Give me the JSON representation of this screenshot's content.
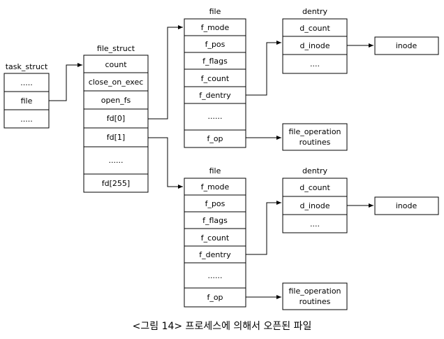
{
  "task_struct": {
    "title": "task_struct",
    "cells": [
      ".....",
      "file",
      "....."
    ]
  },
  "file_struct": {
    "title": "file_struct",
    "cells": [
      "count",
      "close_on_exec",
      "open_fs",
      "fd[0]",
      "fd[1]",
      "......",
      "fd[255]"
    ]
  },
  "file_top": {
    "title": "file",
    "cells": [
      "f_mode",
      "f_pos",
      "f_flags",
      "f_count",
      "f_dentry",
      "......",
      "f_op"
    ]
  },
  "file_bottom": {
    "title": "file",
    "cells": [
      "f_mode",
      "f_pos",
      "f_flags",
      "f_count",
      "f_dentry",
      "......",
      "f_op"
    ]
  },
  "dentry_top": {
    "title": "dentry",
    "cells": [
      "d_count",
      "d_inode",
      "...."
    ]
  },
  "dentry_bottom": {
    "title": "dentry",
    "cells": [
      "d_count",
      "d_inode",
      "...."
    ]
  },
  "inode_top": {
    "label": "inode"
  },
  "inode_bottom": {
    "label": "inode"
  },
  "fop_top": {
    "line1": "file_operation",
    "line2": "routines"
  },
  "fop_bottom": {
    "line1": "file_operation",
    "line2": "routines"
  },
  "caption": "<그림 14> 프로세스에 의해서 오픈된 파일"
}
